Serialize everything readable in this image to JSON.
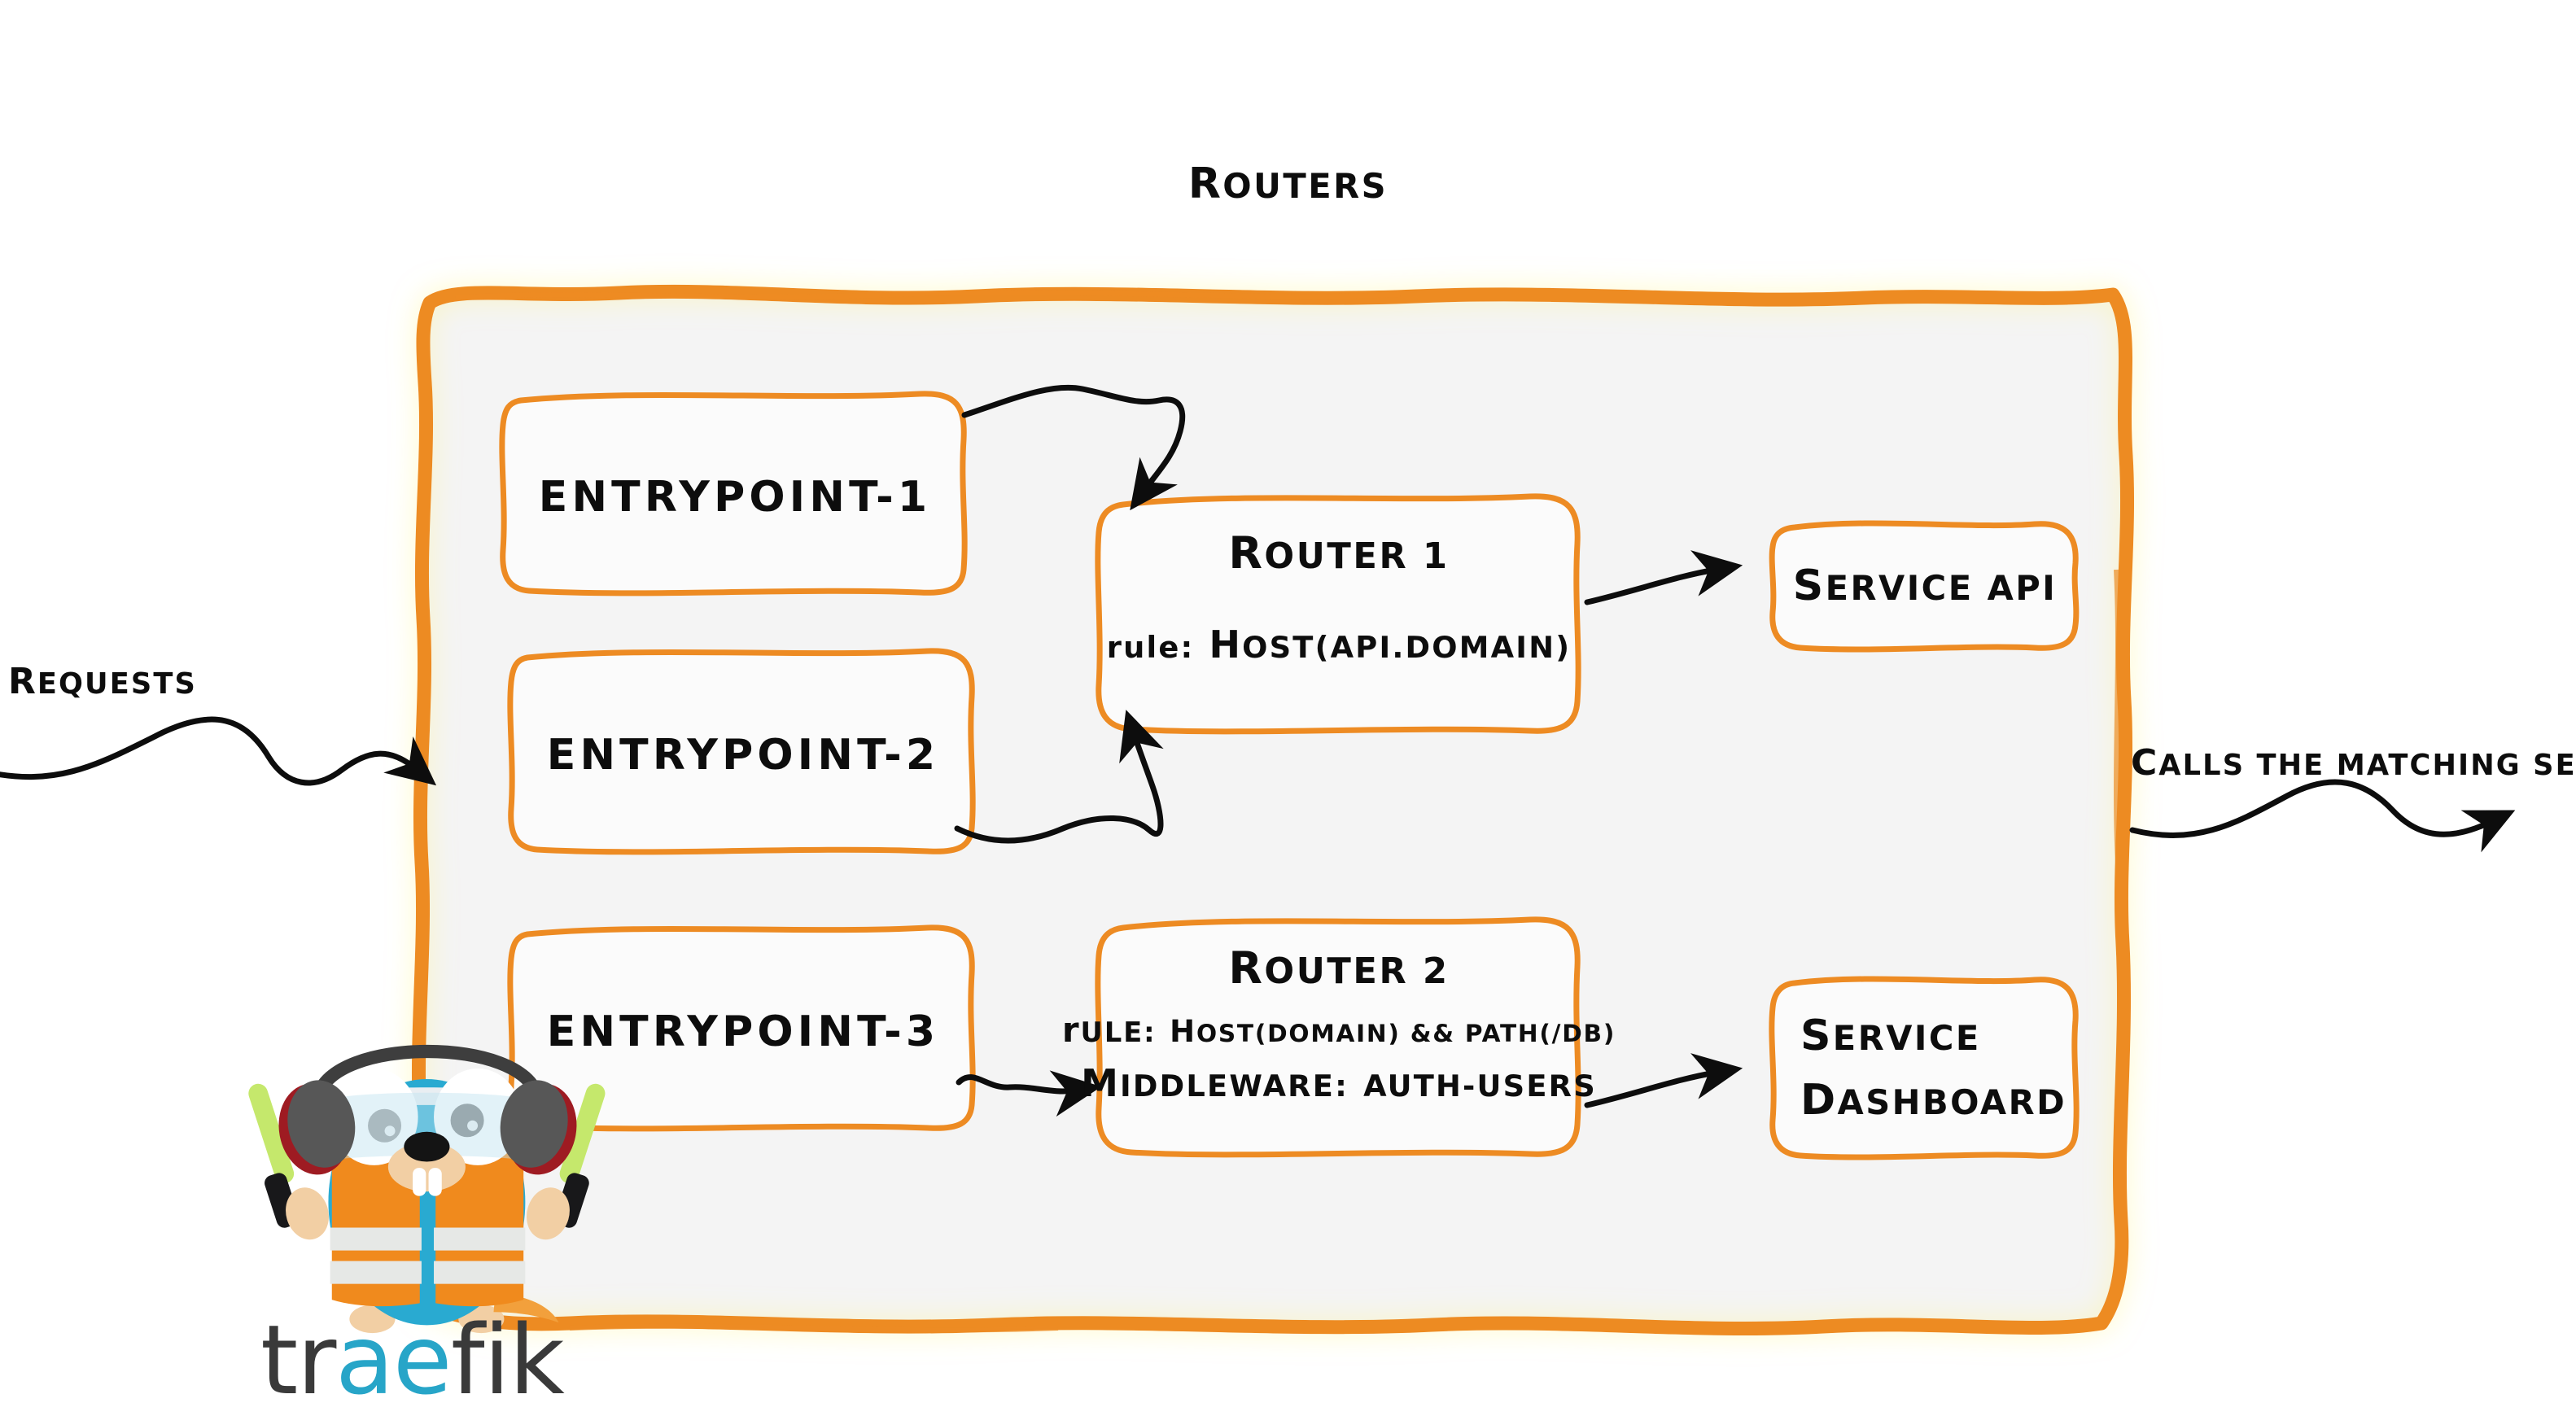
{
  "diagram": {
    "title": "Routers",
    "brand": {
      "name": "traefik",
      "mascot": "traefik-gopher-mascot"
    },
    "colors": {
      "accent_orange": "#ED8B23",
      "panel_fill": "#F4F4F4",
      "ink_black": "#0D0D0D",
      "brand_teal": "#27A5C8",
      "wordmark_gray": "#3A3A3A"
    },
    "entrypoints": [
      {
        "label": "entrypoint-1"
      },
      {
        "label": "entrypoint-2"
      },
      {
        "label": "entrypoint-3"
      }
    ],
    "routers": [
      {
        "title": "Router 1",
        "rule_key": "rule:",
        "rule_value": "Host(api.domain)"
      },
      {
        "title": "Router 2",
        "rule_key": "rule:",
        "rule_value": "Host(domain) && Path(/db)",
        "middleware_key": "Middleware:",
        "middleware_value": "auth-users"
      }
    ],
    "services": [
      {
        "line1": "Service API",
        "line2": ""
      },
      {
        "line1": "Service",
        "line2": "Dashboard"
      }
    ],
    "annotations": {
      "inbound": "Requests",
      "outbound": "Calls the matching server"
    }
  }
}
